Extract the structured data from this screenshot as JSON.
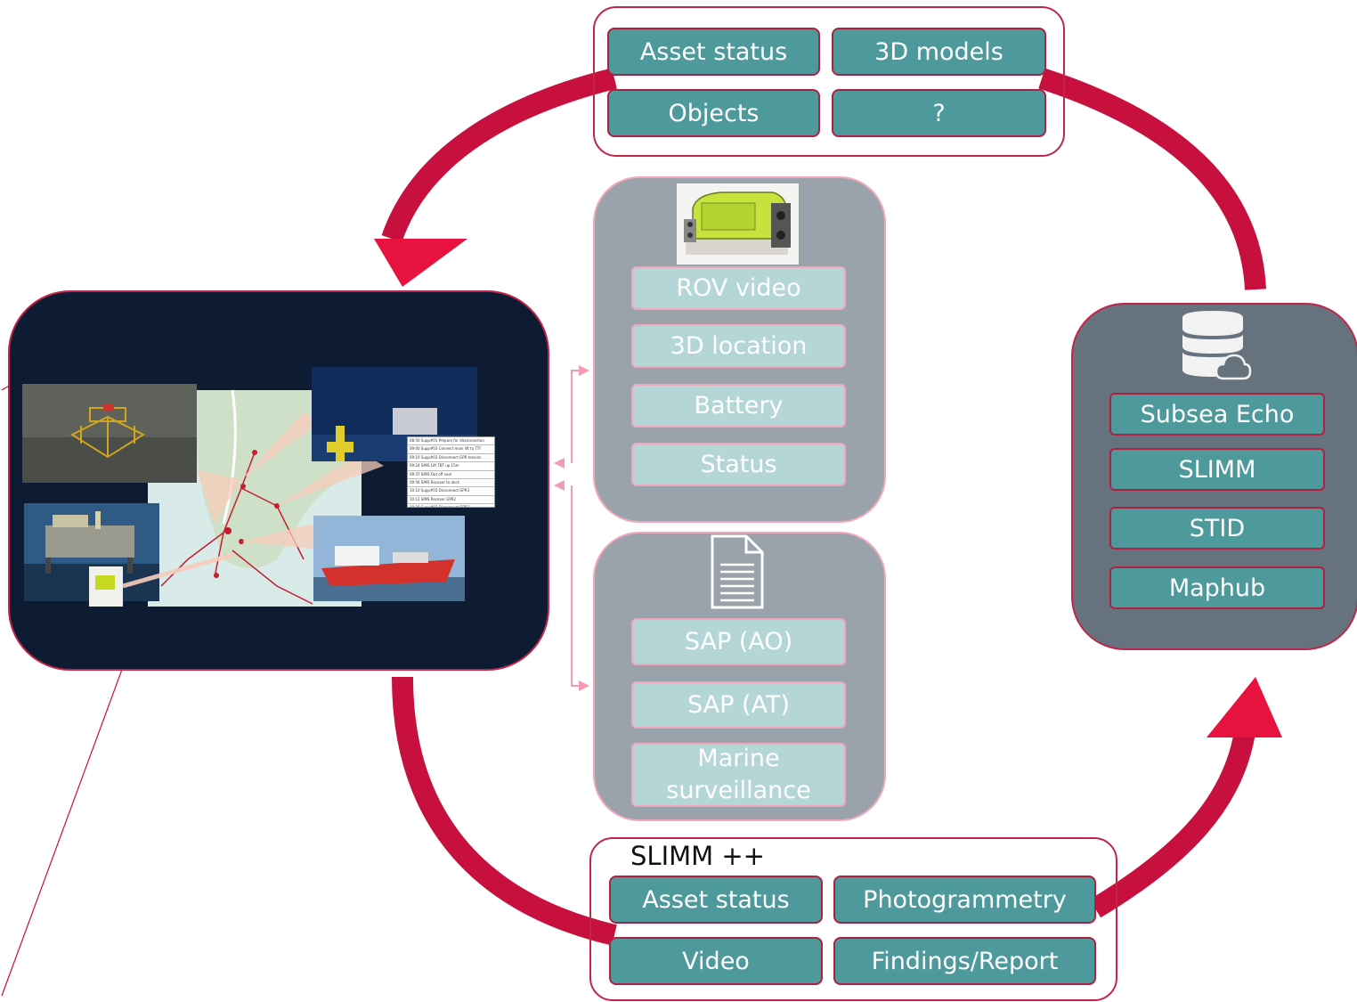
{
  "top_panel": {
    "buttons": [
      "Asset status",
      "3D models",
      "Objects",
      "?"
    ]
  },
  "rov_panel": {
    "image_icon": "rov-vehicle-image",
    "items": [
      "ROV video",
      "3D location",
      "Battery",
      "Status"
    ]
  },
  "doc_panel": {
    "icon": "document-icon",
    "items": [
      "SAP (AO)",
      "SAP (AT)",
      "Marine surveillance"
    ]
  },
  "storage_panel": {
    "icon": "database-cloud-icon",
    "items": [
      "Subsea Echo",
      "SLIMM",
      "STID",
      "Maphub"
    ]
  },
  "bottom_panel": {
    "title": "SLIMM ++",
    "buttons": [
      "Asset status",
      "Photogrammetry",
      "Video",
      "Findings/Report"
    ]
  },
  "dashboard": {
    "images": [
      "subsea-structure-image",
      "map-image",
      "offshore-platform-image",
      "rov-deployment-image",
      "vessel-image",
      "schedule-table-image"
    ]
  },
  "colors": {
    "arrow": "#c8103e",
    "teal": "#4e999c",
    "navy": "#0d1c33",
    "gray_panel": "#9aa3ab",
    "dark_panel": "#66737e"
  }
}
